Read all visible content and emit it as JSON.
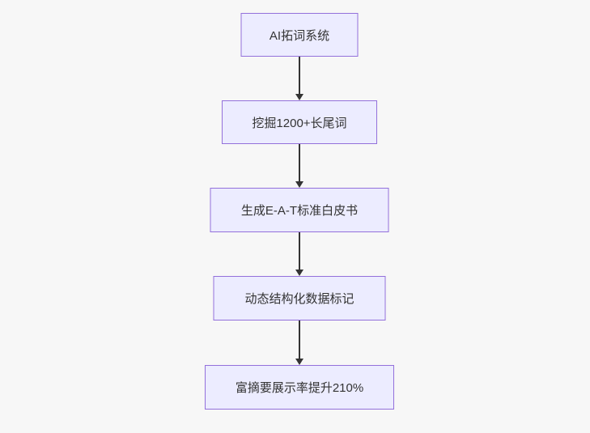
{
  "flowchart": {
    "title": "SEO AI flowchart",
    "direction": "top-down",
    "nodes": [
      {
        "id": "node-ai-word-expansion",
        "label": "AI拓词系统"
      },
      {
        "id": "node-longtail-mining",
        "label": "挖掘1200+长尾词"
      },
      {
        "id": "node-eat-whitepaper",
        "label": "生成E-A-T标准白皮书"
      },
      {
        "id": "node-structured-data",
        "label": "动态结构化数据标记"
      },
      {
        "id": "node-rich-snippet-increase",
        "label": "富摘要展示率提升210%"
      }
    ],
    "edges": [
      {
        "from": 0,
        "to": 1
      },
      {
        "from": 1,
        "to": 2
      },
      {
        "from": 2,
        "to": 3
      },
      {
        "from": 3,
        "to": 4
      }
    ],
    "colors": {
      "background": "#f7f7f7",
      "node_fill": "#ECECFF",
      "node_border": "#9370DB",
      "text": "#333333",
      "arrow": "#333333"
    }
  }
}
